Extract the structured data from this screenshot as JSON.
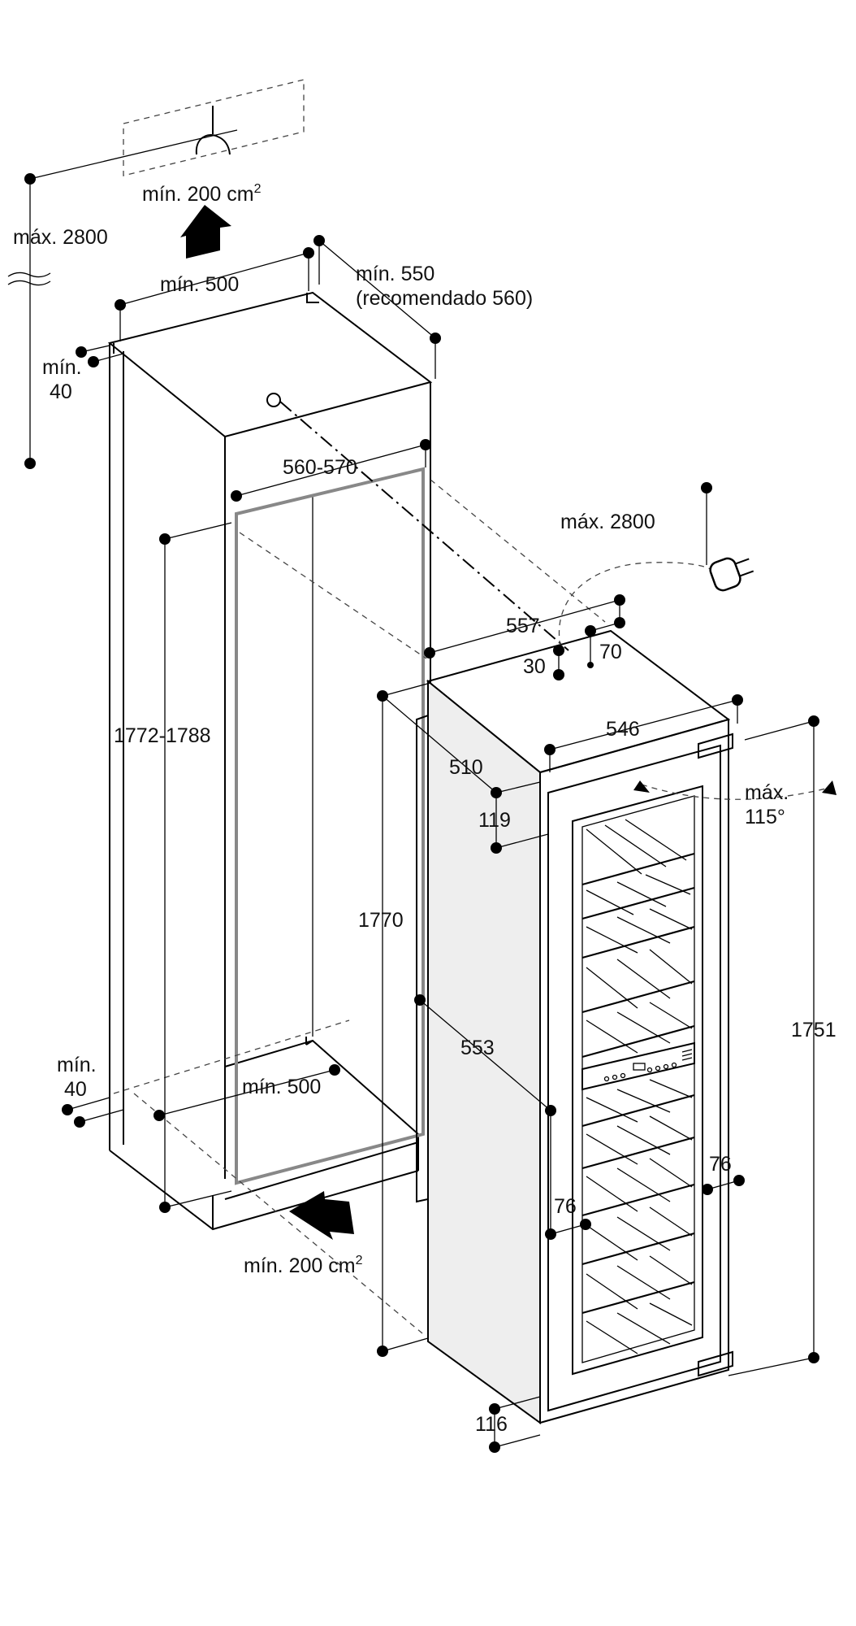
{
  "labels": {
    "vent_top": "mín. 200 cm",
    "vent_top_sup": "2",
    "max_2800_left": "máx. 2800",
    "min_500_top": "mín. 500",
    "min_550": "mín. 550",
    "recomendado_560": "(recomendado 560)",
    "min_40_top_a": "mín.",
    "min_40_top_b": "40",
    "w_560_570": "560-570",
    "max_2800_right": "máx. 2800",
    "d_557": "557",
    "d_70": "70",
    "d_30": "30",
    "h_1772_1788": "1772-1788",
    "d_546": "546",
    "d_510": "510",
    "max_115_a": "máx.",
    "max_115_b": "115°",
    "d_119": "119",
    "h_1770": "1770",
    "h_1751": "1751",
    "d_553": "553",
    "min_40_bottom_a": "mín.",
    "min_40_bottom_b": "40",
    "min_500_bottom": "mín. 500",
    "d_76_right": "76",
    "d_76_left": "76",
    "vent_bottom": "mín. 200 cm",
    "vent_bottom_sup": "2",
    "d_116": "116"
  },
  "icons": [
    "arrow-up-icon",
    "arrow-left-icon",
    "power-plug-icon",
    "vent-hood-icon"
  ]
}
